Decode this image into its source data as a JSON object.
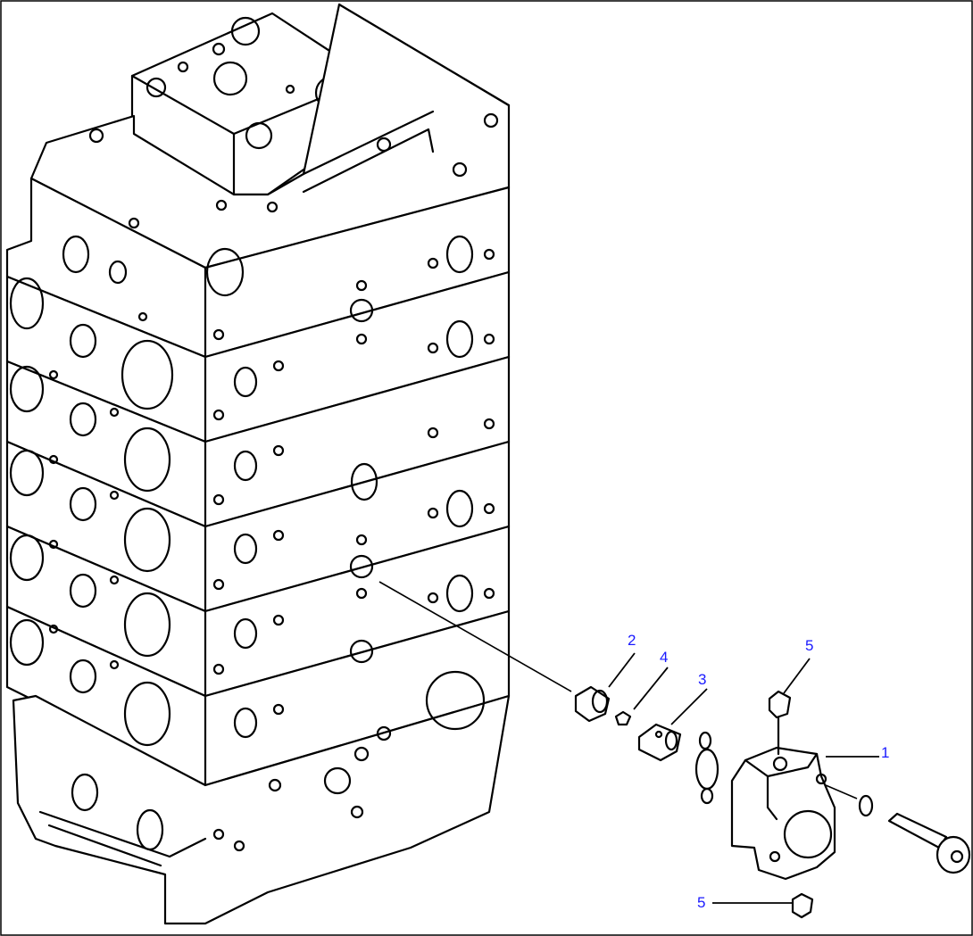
{
  "diagram": {
    "callouts": [
      {
        "id": "callout-1",
        "text": "1"
      },
      {
        "id": "callout-2",
        "text": "2"
      },
      {
        "id": "callout-3",
        "text": "3"
      },
      {
        "id": "callout-4",
        "text": "4"
      },
      {
        "id": "callout-5a",
        "text": "5"
      },
      {
        "id": "callout-5b",
        "text": "5"
      }
    ]
  }
}
